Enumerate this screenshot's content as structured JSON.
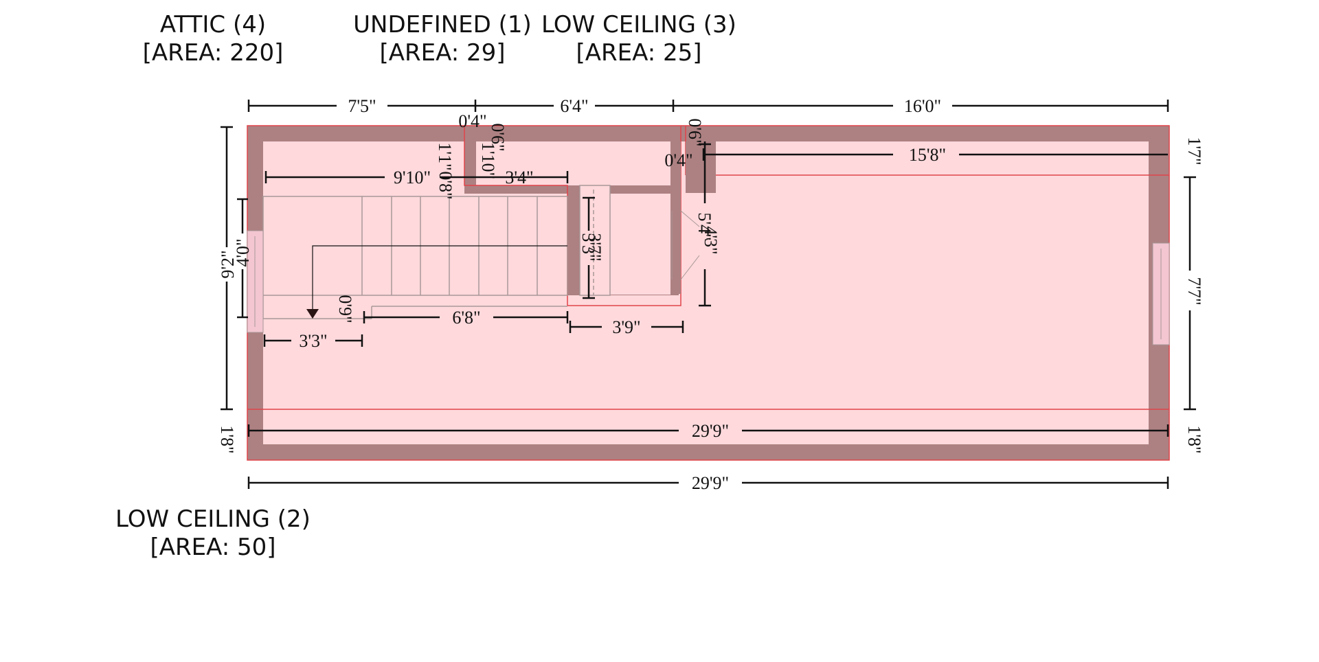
{
  "colors": {
    "floor_fill": "#ffd9dc",
    "wall_fill": "#ad8182",
    "outline": "#e0444a",
    "stair_line": "#a89898",
    "dimension_line": "#111111",
    "window_fill": "#f3c6d2"
  },
  "room_labels": [
    {
      "name": "ATTIC (4)",
      "area": "[AREA: 220]"
    },
    {
      "name": "UNDEFINED (1)",
      "area": "[AREA: 29]"
    },
    {
      "name": "LOW CEILING (3)",
      "area": "[AREA: 25]"
    },
    {
      "name": "LOW CEILING (2)",
      "area": "[AREA: 50]"
    }
  ],
  "dimensions": {
    "top_left": "7'5\"",
    "top_mid": "6'4\"",
    "top_right": "16'0\"",
    "bottom_total": "29'9\"",
    "interior_total": "29'9\"",
    "notch_width": "0'4\"",
    "notch_depth": "0'6\"",
    "stair_landing_width": "9'10\"",
    "stair_landing_depth_a": "1'1\"",
    "stair_landing_depth_b": "0'8\"",
    "corridor_depth": "1'10\"",
    "corridor_width": "3'4\"",
    "closet_height_a": "3'3\"",
    "closet_height_b": "3'7\"",
    "divider_wall": "0'4\"",
    "divider_depth": "0'6\"",
    "upper_right_width": "15'8\"",
    "door_height_a": "5'4\"",
    "door_height_b": "4'3\"",
    "stair_run": "6'8\"",
    "stair_step": "0'9\"",
    "closet_width": "3'9\"",
    "stair_start": "3'3\"",
    "left_total_height": "9'2\"",
    "left_window_height": "4'0\"",
    "left_bottom_strip": "1'8\"",
    "right_top_strip": "1'7\"",
    "right_window_height": "7'7\"",
    "right_bottom_strip": "1'8\""
  }
}
